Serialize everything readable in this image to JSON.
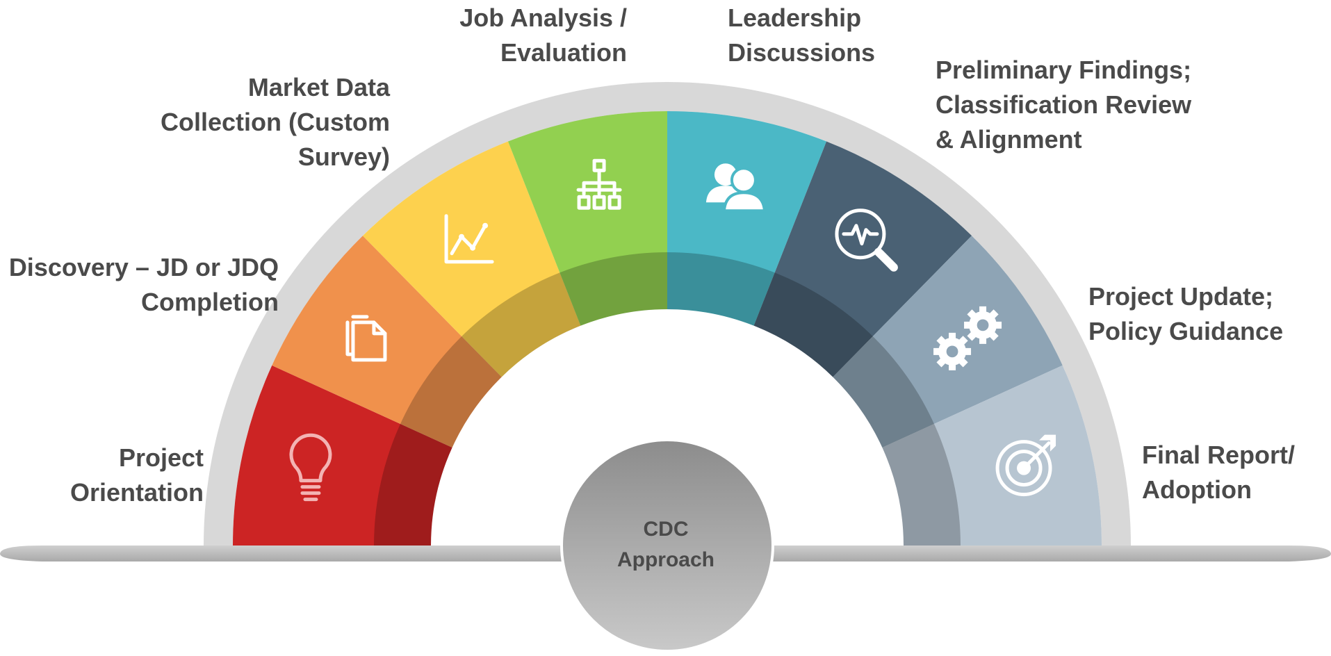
{
  "diagram": {
    "center_label": "CDC\nApproach",
    "stages": [
      {
        "label": "Project\nOrientation",
        "color": "#cc2424",
        "icon": "lightbulb-icon"
      },
      {
        "label": "Discovery – JD or JDQ\nCompletion",
        "color": "#f0914c",
        "icon": "documents-icon"
      },
      {
        "label": "Market Data\nCollection (Custom\nSurvey)",
        "color": "#fdd14e",
        "icon": "line-chart-icon"
      },
      {
        "label": "Job Analysis /\nEvaluation",
        "color": "#92d050",
        "icon": "org-chart-icon"
      },
      {
        "label": "Leadership\nDiscussions",
        "color": "#4bb8c6",
        "icon": "people-icon"
      },
      {
        "label": "Preliminary Findings;\nClassification Review\n& Alignment",
        "color": "#4a6174",
        "icon": "magnifier-pulse-icon"
      },
      {
        "label": "Project Update;\nPolicy Guidance",
        "color": "#8ea4b5",
        "icon": "gears-icon"
      },
      {
        "label": "Final Report/\nAdoption",
        "color": "#b7c5d1",
        "icon": "target-icon"
      }
    ],
    "colors": {
      "outer_ring": "#d8d8d8",
      "base_bar": "#c4c4c4",
      "center_circle": "#a6a6a6",
      "label_text": "#4a4a4a"
    }
  }
}
